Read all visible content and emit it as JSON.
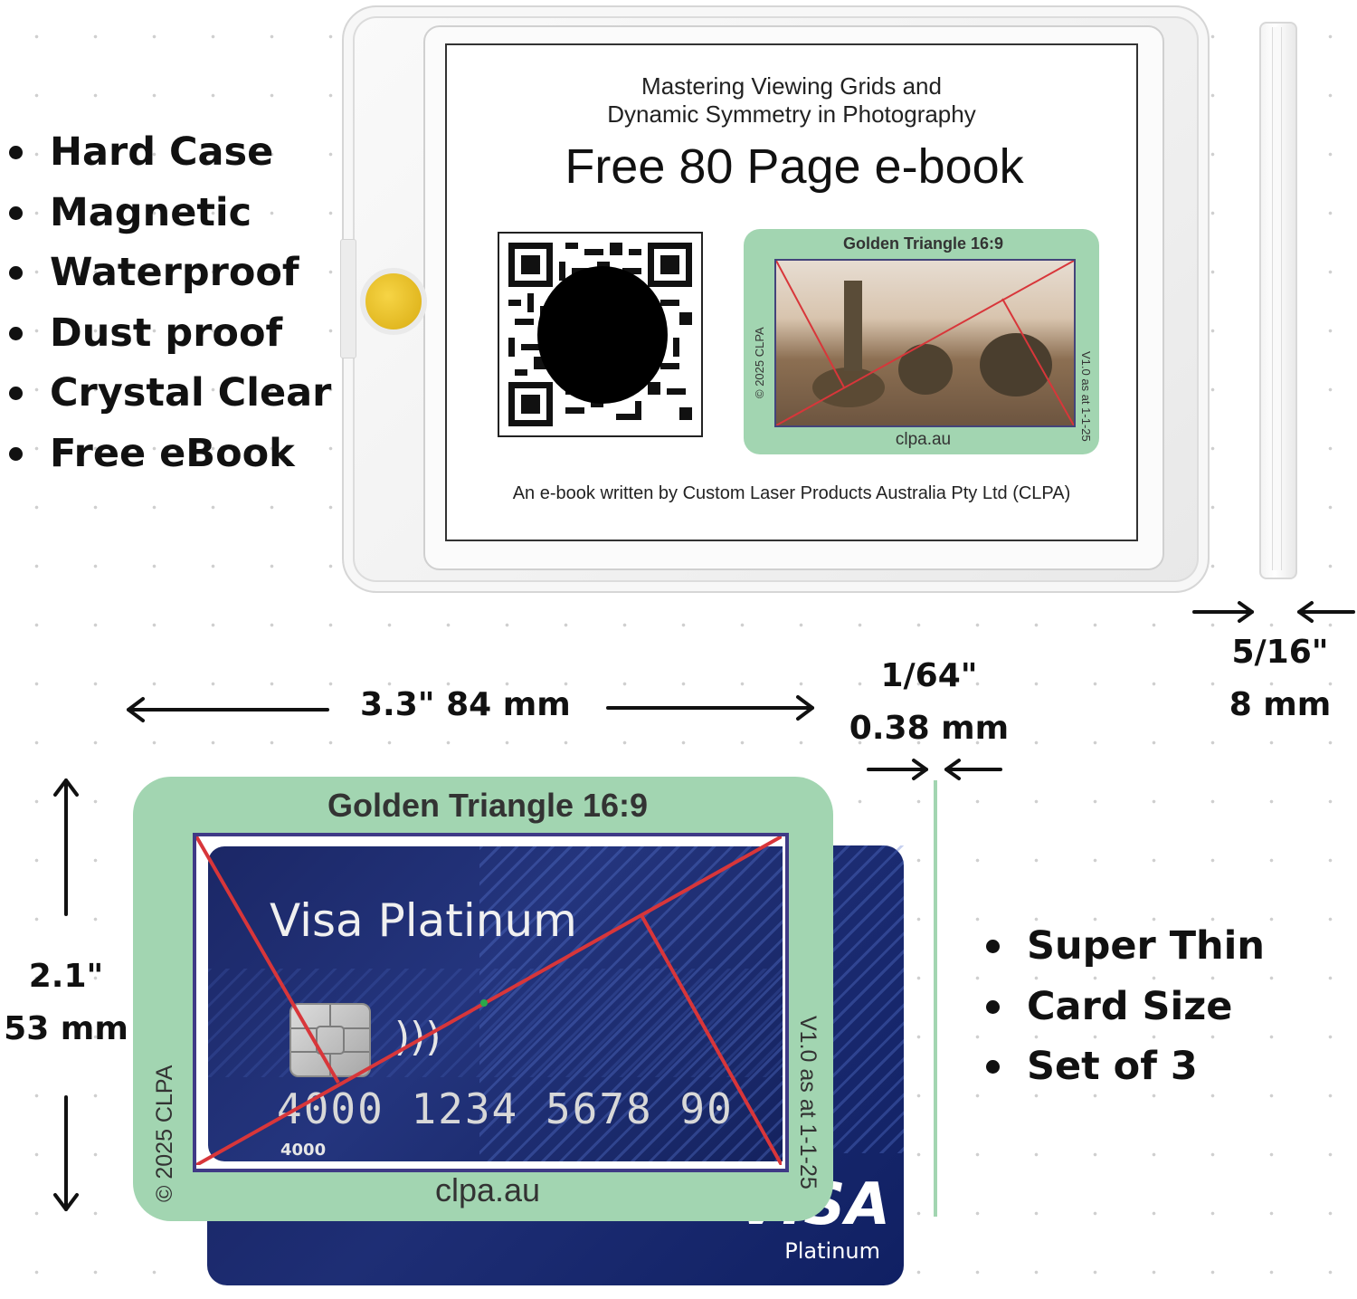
{
  "features_left": [
    "Hard Case",
    "Magnetic",
    "Waterproof",
    "Dust proof",
    "Crystal Clear",
    "Free eBook"
  ],
  "features_right": [
    "Super Thin",
    "Card Size",
    "Set of 3"
  ],
  "ebook": {
    "subtitle_line1": "Mastering Viewing Grids and",
    "subtitle_line2": "Dynamic Symmetry in Photography",
    "title": "Free 80 Page e-book",
    "footer": "An e-book written by Custom Laser Products Australia Pty Ltd (CLPA)"
  },
  "preview_card": {
    "title": "Golden Triangle 16:9",
    "url": "clpa.au",
    "copyright": "© 2025 CLPA",
    "version": "V1.0 as at 1-1-25"
  },
  "dimensions": {
    "width": "3.3\"  84 mm",
    "height_in": "2.1\"",
    "height_mm": "53 mm",
    "thickness_card_in": "1/64\"",
    "thickness_card_mm": "0.38 mm",
    "thickness_case_in": "5/16\"",
    "thickness_case_mm": "8 mm"
  },
  "overlay_card": {
    "title": "Golden Triangle 16:9",
    "url": "clpa.au",
    "copyright": "© 2025 CLPA",
    "version": "V1.0 as at 1-1-25"
  },
  "credit_card": {
    "product": "Visa Platinum",
    "number": "4000 1234 5678 90",
    "small_digits": "4000",
    "brand": "VISA",
    "tier": "Platinum"
  },
  "colors": {
    "card_green": "#a2d5b1",
    "guide_red": "#d8363a",
    "frame_purple": "#3f3a86",
    "visa_navy": "#15205a"
  }
}
